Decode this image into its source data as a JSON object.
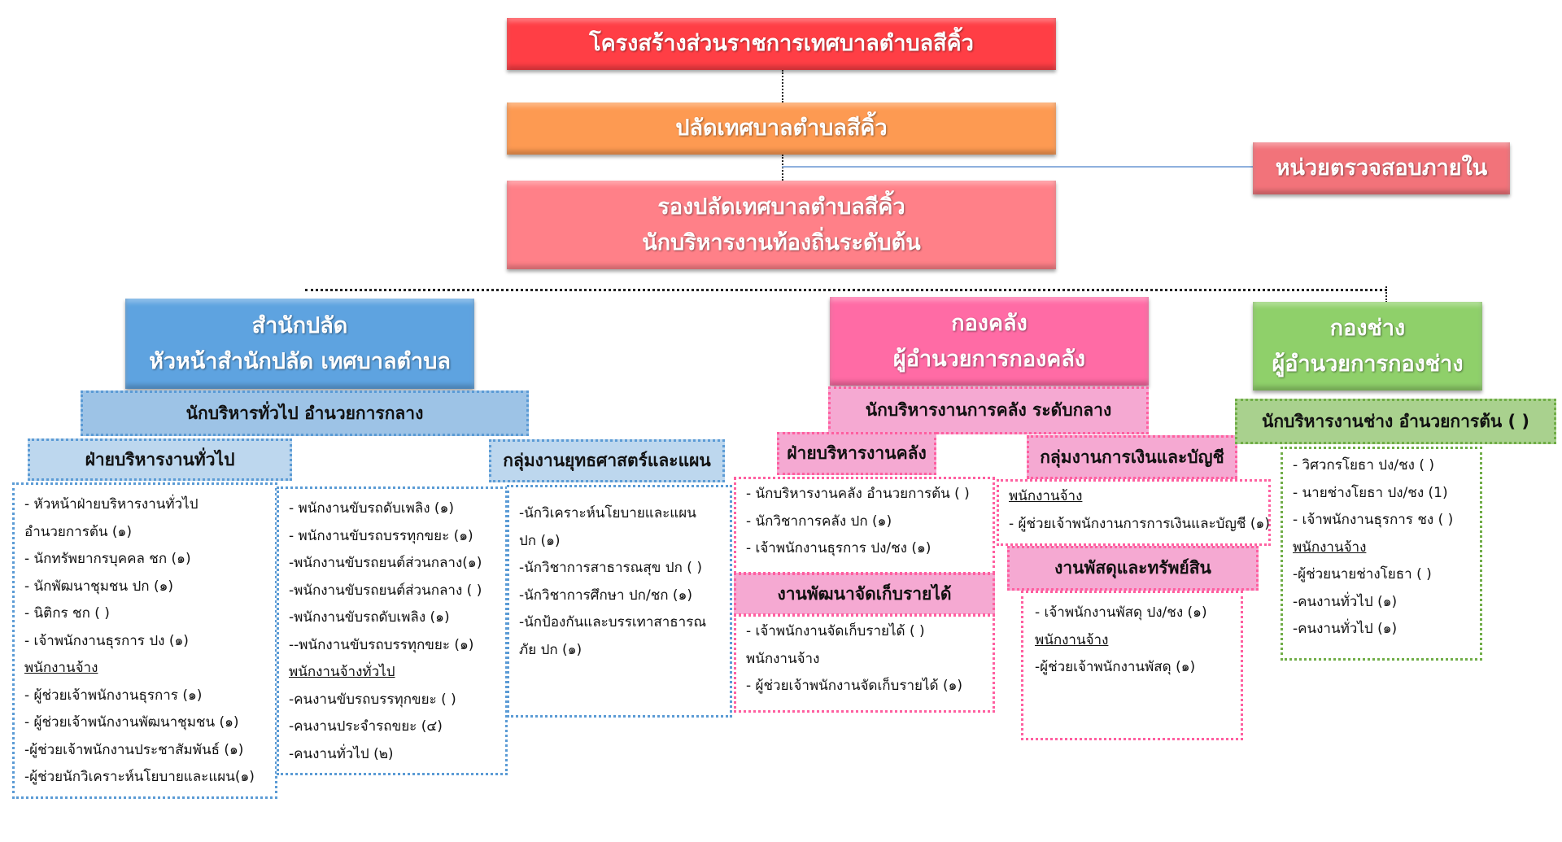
{
  "title": "โครงสร้างส่วนราชการเทศบาลตำบลสีคิ้ว",
  "deputy": "ปลัดเทศบาลตำบลสีคิ้ว",
  "audit": "หน่วยตรวจสอบภายใน",
  "vice": {
    "line1": "รองปลัดเทศบาลตำบลสีคิ้ว",
    "line2": "นักบริหารงานท้องถิ่นระดับต้น"
  },
  "office": {
    "line1": "สำนักปลัด",
    "line2": "หัวหน้าสำนักปลัด เทศบาลตำบล",
    "sub": "นักบริหารทั่วไป อำนวยการกลาง",
    "section": "ฝ่ายบริหารงานทั่วไป",
    "strategy": "กลุ่มงานยุทธศาสตร์และแผน",
    "list1": [
      {
        "t": "- หัวหน้าฝ่ายบริหารงานทั่วไป"
      },
      {
        "t": "อำนวยการต้น (๑)"
      },
      {
        "t": "- นักทรัพยากรบุคคล ชก (๑)"
      },
      {
        "t": "- นักพัฒนาชุมชน ปก (๑)"
      },
      {
        "t": "- นิติกร ชก ( )"
      },
      {
        "t": "- เจ้าพนักงานธุรการ ปง (๑)"
      },
      {
        "t": "พนักงานจ้าง",
        "u": true
      },
      {
        "t": "- ผู้ช่วยเจ้าพนักงานธุรการ (๑)"
      },
      {
        "t": "- ผู้ช่วยเจ้าพนักงานพัฒนาชุมชน (๑)"
      },
      {
        "t": "-ผู้ช่วยเจ้าพนักงานประชาสัมพันธ์ (๑)"
      },
      {
        "t": "-ผู้ช่วยนักวิเคราะห์นโยบายและแผน(๑)"
      }
    ],
    "list2": [
      {
        "t": "- พนักงานขับรถดับเพลิง (๑)"
      },
      {
        "t": "- พนักงานขับรถบรรทุกขยะ (๑)"
      },
      {
        "t": "-พนักงานขับรถยนต์ส่วนกลาง(๑)"
      },
      {
        "t": "-พนักงานขับรถยนต์ส่วนกลาง ( )"
      },
      {
        "t": "-พนักงานขับรถดับเพลิง (๑)"
      },
      {
        "t": "--พนักงานขับรถบรรทุกขยะ (๑)"
      },
      {
        "t": "พนักงานจ้างทั่วไป",
        "u": true
      },
      {
        "t": "-คนงานขับรถบรรทุกขยะ ( )"
      },
      {
        "t": "-คนงานประจำรถขยะ (๔)"
      },
      {
        "t": "-คนงานทั่วไป (๒)"
      }
    ],
    "list3": [
      {
        "t": "-นักวิเคราะห์นโยบายและแผน"
      },
      {
        "t": "ปก (๑)"
      },
      {
        "t": "-นักวิชาการสาธารณสุข ปก ( )"
      },
      {
        "t": "-นักวิชาการศึกษา ปก/ชก (๑)"
      },
      {
        "t": "-นักป้องกันและบรรเทาสาธารณ"
      },
      {
        "t": "ภัย ปก (๑)"
      }
    ]
  },
  "finance": {
    "line1": "กองคลัง",
    "line2": "ผู้อำนวยการกองคลัง",
    "sub": "นักบริหารงานการคลัง ระดับกลาง",
    "section": "ฝ่ายบริหารงานคลัง",
    "group": "กลุ่มงานการเงินและบัญชี",
    "revenue": "งานพัฒนาจัดเก็บรายได้",
    "supplies": "งานพัสดุและทรัพย์สิน",
    "list1": [
      {
        "t": "- นักบริหารงานคลัง อำนวยการต้น ( )"
      },
      {
        "t": "- นักวิชาการคลัง ปก (๑)"
      },
      {
        "t": "- เจ้าพนักงานธุรการ ปง/ชง (๑)"
      }
    ],
    "list_revenue": [
      {
        "t": "- เจ้าพนักงานจัดเก็บรายได้ ( )"
      },
      {
        "t": "พนักงานจ้าง"
      },
      {
        "t": "- ผู้ช่วยเจ้าพนักงานจัดเก็บรายได้ (๑)"
      }
    ],
    "list_account": [
      {
        "t": "พนักงานจ้าง",
        "u": true
      },
      {
        "t": "- ผู้ช่วยเจ้าพนักงานการการเงินและบัญชี (๑)"
      }
    ],
    "list_supplies": [
      {
        "t": "- เจ้าพนักงานพัสดุ ปง/ชง (๑)"
      },
      {
        "t": "พนักงานจ้าง",
        "u": true
      },
      {
        "t": "-ผู้ช่วยเจ้าพนักงานพัสดุ (๑)"
      }
    ]
  },
  "engineering": {
    "line1": "กองช่าง",
    "line2": "ผู้อำนวยการกองช่าง",
    "sub": "นักบริหารงานช่าง อำนวยการต้น ( )",
    "list": [
      {
        "t": "- วิศวกรโยธา ปง/ชง ( )"
      },
      {
        "t": "- นายช่างโยธา ปง/ชง (1)"
      },
      {
        "t": "- เจ้าพนักงานธุรการ ชง ( )"
      },
      {
        "t": "พนักงานจ้าง",
        "u": true
      },
      {
        "t": "-ผู้ช่วยนายช่างโยธา ( )"
      },
      {
        "t": "-คนงานทั่วไป (๑)"
      },
      {
        "t": "-คนงานทั่วไป (๑)"
      }
    ]
  }
}
